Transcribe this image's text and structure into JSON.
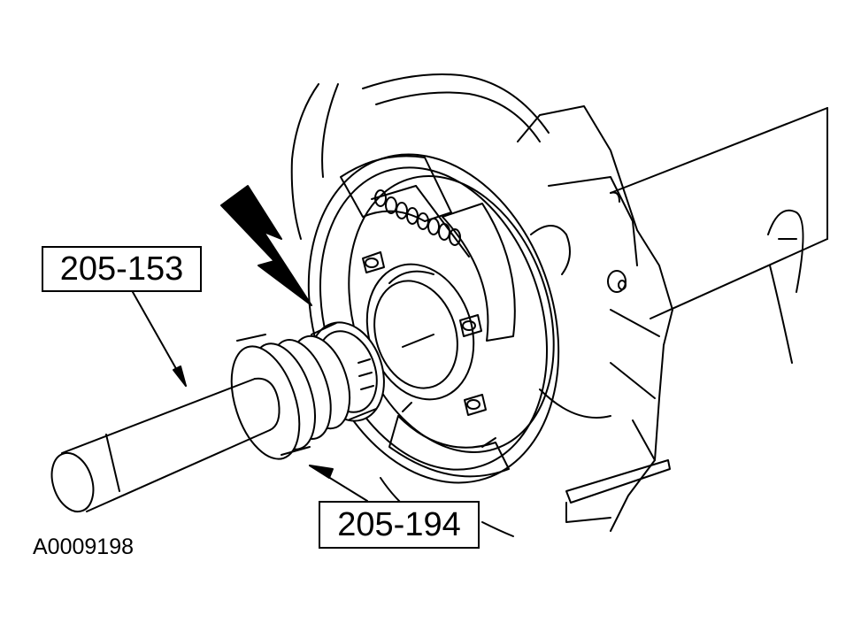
{
  "figure": {
    "id_text": "A0009198",
    "line_color": "#000000",
    "background": "#ffffff"
  },
  "callouts": [
    {
      "text": "205-153",
      "refers_to": "installer-tool-shaft"
    },
    {
      "text": "205-194",
      "refers_to": "seal-installer-adapter"
    }
  ],
  "icons": {
    "installation_direction": "bold-arrow-icon"
  }
}
